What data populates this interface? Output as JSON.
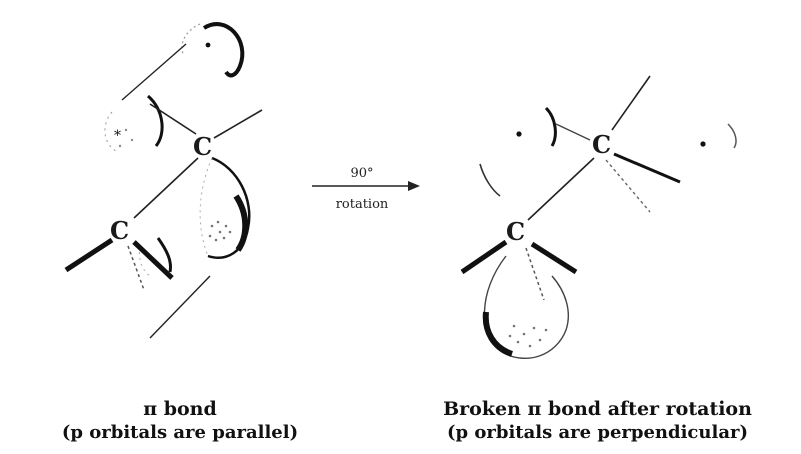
{
  "left_molecule": {
    "top_carbon": "C",
    "bottom_carbon": "C"
  },
  "right_molecule": {
    "top_carbon": "C",
    "bottom_carbon": "C"
  },
  "arrow": {
    "top_label": "90°",
    "bottom_label": "rotation"
  },
  "captions": {
    "left_line1": "π bond",
    "left_line2": "(p orbitals are parallel)",
    "right_line1": "Broken π bond after rotation",
    "right_line2": "(p orbitals are perpendicular)"
  }
}
